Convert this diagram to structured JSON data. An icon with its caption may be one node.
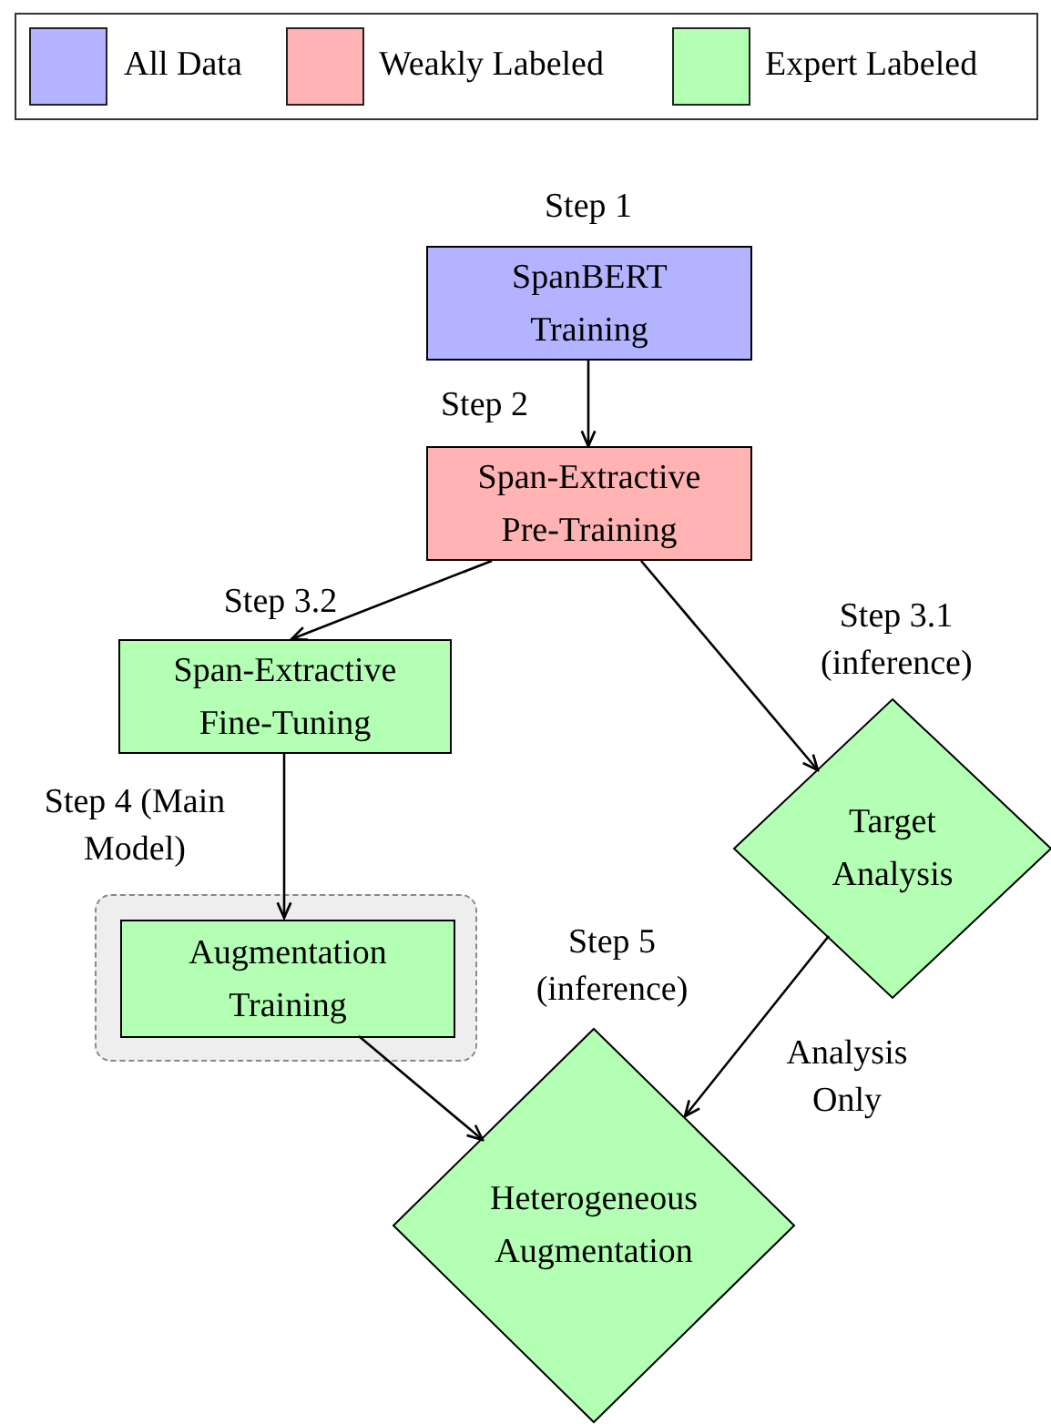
{
  "diagram": {
    "nodes": [
      {
        "text": [
          "SpanBERT Training"
        ],
        "beside": [
          "Step 1"
        ]
      },
      {
        "text": [
          "Span-Extractive Pre-Training"
        ],
        "beside": [
          "Step 2"
        ]
      },
      {
        "text": [
          "Span-Extractive Fine-Tuning"
        ],
        "beside": [
          "Step 3.2"
        ]
      },
      {
        "text": [
          "Target Analysis"
        ],
        "beside": [
          "Step 3.1 (inference)"
        ]
      },
      {
        "text": [],
        "shape": "box",
        "beside": [
          "Step 4 (Main Model)"
        ]
      },
      {
        "text": [
          "Augmentation Training"
        ],
        "in": 4
      },
      {
        "text": [
          "Heterogeneous Augmentation"
        ],
        "beside": [
          "Step 5 (inference)"
        ]
      }
    ],
    "edges": [
      {
        "from": 0,
        "to": 1,
        "arrow": "to"
      },
      {
        "from": 1,
        "to": 2,
        "arrow": "to"
      },
      {
        "from": 1,
        "to": 3,
        "arrow": "to"
      },
      {
        "from": 2,
        "to": 5,
        "arrow": "to"
      },
      {
        "from": 5,
        "to": 6,
        "arrow": "to"
      },
      {
        "from": 3,
        "to": 6,
        "arrow": "to",
        "label": "Analysis Only"
      }
    ],
    "legend": [
      {
        "text": "All Data",
        "color": "#b3b3ff"
      },
      {
        "text": "Weakly Labeled",
        "color": "#ffb3b3"
      },
      {
        "text": "Expert Labeled",
        "color": "#b3ffb3"
      }
    ]
  }
}
